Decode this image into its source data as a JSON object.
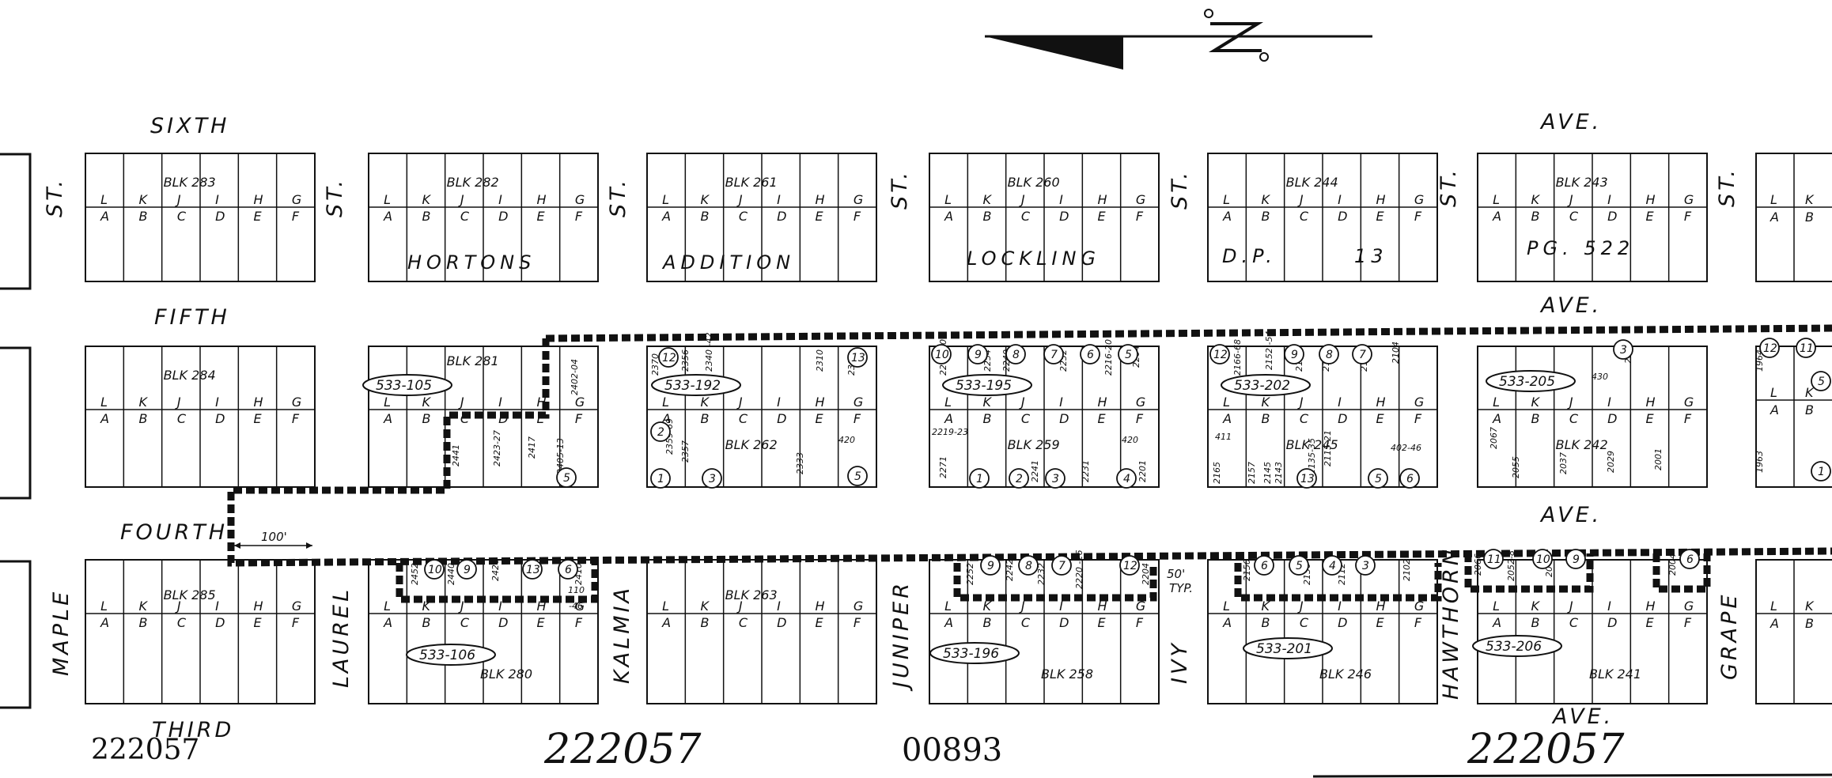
{
  "streets": {
    "sixth": "SIXTH",
    "fifth": "FIFTH",
    "fourth": "FOURTH",
    "third": "THIRD",
    "ave": "AVE.",
    "st": "ST.",
    "maple": "MAPLE",
    "laurel": "LAUREL",
    "kalmia": "KALMIA",
    "juniper": "JUNIPER",
    "ivy": "IVY",
    "hawthorn": "HAWTHORN",
    "grape": "GRAPE"
  },
  "subdivision": {
    "word1": "HORTONS",
    "word2": "ADDITION",
    "word3": "LOCKLING",
    "word4a": "D.P.",
    "word4b": "13",
    "word5": "PG. 522"
  },
  "blocks": {
    "row1": [
      "BLK 283",
      "BLK 282",
      "BLK 261",
      "BLK 260",
      "BLK 244",
      "BLK 243"
    ],
    "row2": [
      "BLK 284",
      "BLK 281",
      "BLK 262",
      "BLK 259",
      "BLK 245",
      "BLK 242"
    ],
    "row3": [
      "BLK 285",
      "BLK 280",
      "BLK 263",
      "BLK 258",
      "BLK 246",
      "BLK 241"
    ]
  },
  "lot_letters_top": [
    "L",
    "K",
    "J",
    "I",
    "H",
    "G"
  ],
  "lot_letters_bottom": [
    "A",
    "B",
    "C",
    "D",
    "E",
    "F"
  ],
  "parcels": {
    "p105": "533-105",
    "p192": "533-192",
    "p195": "533-195",
    "p202": "533-202",
    "p205": "533-205",
    "p106": "533-106",
    "p196": "533-196",
    "p201": "533-201",
    "p206": "533-206"
  },
  "addresses": {
    "b281": [
      "2402-04",
      "2441",
      "2423-27",
      "2417",
      "2405-13"
    ],
    "b262": [
      "2370",
      "2356",
      "2340 -42",
      "2310",
      "2306",
      "2359-69",
      "2357",
      "2333",
      "420"
    ],
    "b259": [
      "2264-70",
      "2254",
      "2240",
      "2232",
      "2216-20",
      "2204",
      "2219-23",
      "2271",
      "2241",
      "2231",
      "2201",
      "420"
    ],
    "b245": [
      "2166-68",
      "2152 -54",
      "2142",
      "2134",
      "2112",
      "2104",
      "2165",
      "2157",
      "2145",
      "2143",
      "2135-35",
      "2115-21",
      "411",
      "402-46"
    ],
    "b242": [
      "430",
      "2008",
      "2067",
      "2055",
      "2037",
      "2029",
      "2001"
    ],
    "b280": [
      "2452",
      "2440",
      "2426",
      "2410",
      "-46",
      "110"
    ],
    "b258": [
      "2252",
      "2242",
      "2232",
      "2220 -26",
      "2204"
    ],
    "b246": [
      "2150",
      "2130",
      "2112",
      "2102"
    ],
    "b241": [
      "2066",
      "2052-8",
      "2042",
      "2004"
    ],
    "edge": [
      "1964",
      "1963"
    ]
  },
  "circles": {
    "b262": [
      "12",
      "13",
      "2",
      "1",
      "3",
      "5"
    ],
    "b259": [
      "10",
      "9",
      "8",
      "7",
      "6",
      "5",
      "1",
      "2",
      "3",
      "4"
    ],
    "b245": [
      "12",
      "9",
      "8",
      "7",
      "13",
      "5",
      "6"
    ],
    "b242": [
      "3"
    ],
    "edge": [
      "12",
      "11",
      "5",
      "1"
    ],
    "b281": [
      "5"
    ],
    "b280": [
      "10",
      "9",
      "13",
      "6"
    ],
    "b258": [
      "9",
      "8",
      "7",
      "12"
    ],
    "b246": [
      "6",
      "5",
      "4",
      "3"
    ],
    "b241": [
      "11",
      "10",
      "9",
      "6"
    ]
  },
  "dimensions": {
    "width": "100'",
    "alley": "50'",
    "typ": "TYP."
  },
  "stamps": {
    "left": "222057",
    "center": "222057",
    "right": "222057",
    "number": "00893"
  }
}
